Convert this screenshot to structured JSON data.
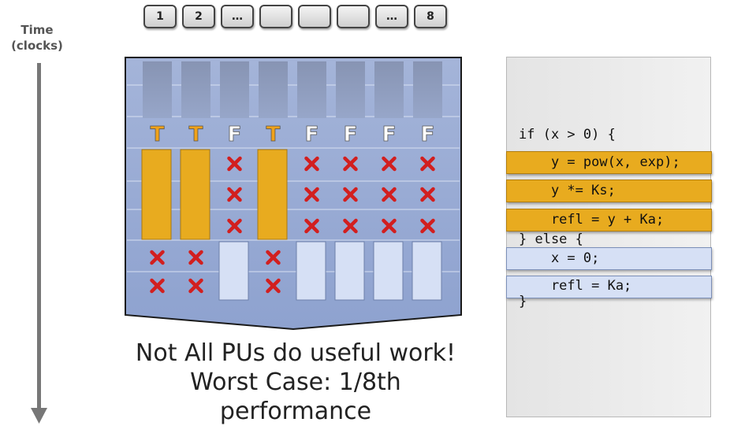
{
  "time_axis": {
    "line1": "Time",
    "line2": "(clocks)"
  },
  "processing_units": [
    "1",
    "2",
    "…",
    "",
    "",
    "",
    "…",
    "8"
  ],
  "lanes": [
    {
      "outcome": "T",
      "path": "if"
    },
    {
      "outcome": "T",
      "path": "if"
    },
    {
      "outcome": "F",
      "path": "else"
    },
    {
      "outcome": "T",
      "path": "if"
    },
    {
      "outcome": "F",
      "path": "else"
    },
    {
      "outcome": "F",
      "path": "else"
    },
    {
      "outcome": "F",
      "path": "else"
    },
    {
      "outcome": "F",
      "path": "else"
    }
  ],
  "caption": {
    "line1": "Not All PUs do useful work!",
    "line2": "Worst Case: 1/8th",
    "line3": "performance"
  },
  "code": {
    "if_line": "if (x > 0) {",
    "then_1": "    y = pow(x, exp);",
    "then_2": "    y *= Ks;",
    "then_3": "    refl = y + Ka;",
    "else_line": "} else {",
    "else_1": "    x = 0;",
    "else_2": "    refl = Ka;",
    "close_line": "}"
  },
  "colors": {
    "true_path": "#e8ab1f",
    "false_path": "#d6e0f5",
    "true_letter": "#f0a21a",
    "false_letter": "#ffffff",
    "idle_mark": "#d21f1f",
    "background_grid": "#9fb0d6"
  }
}
